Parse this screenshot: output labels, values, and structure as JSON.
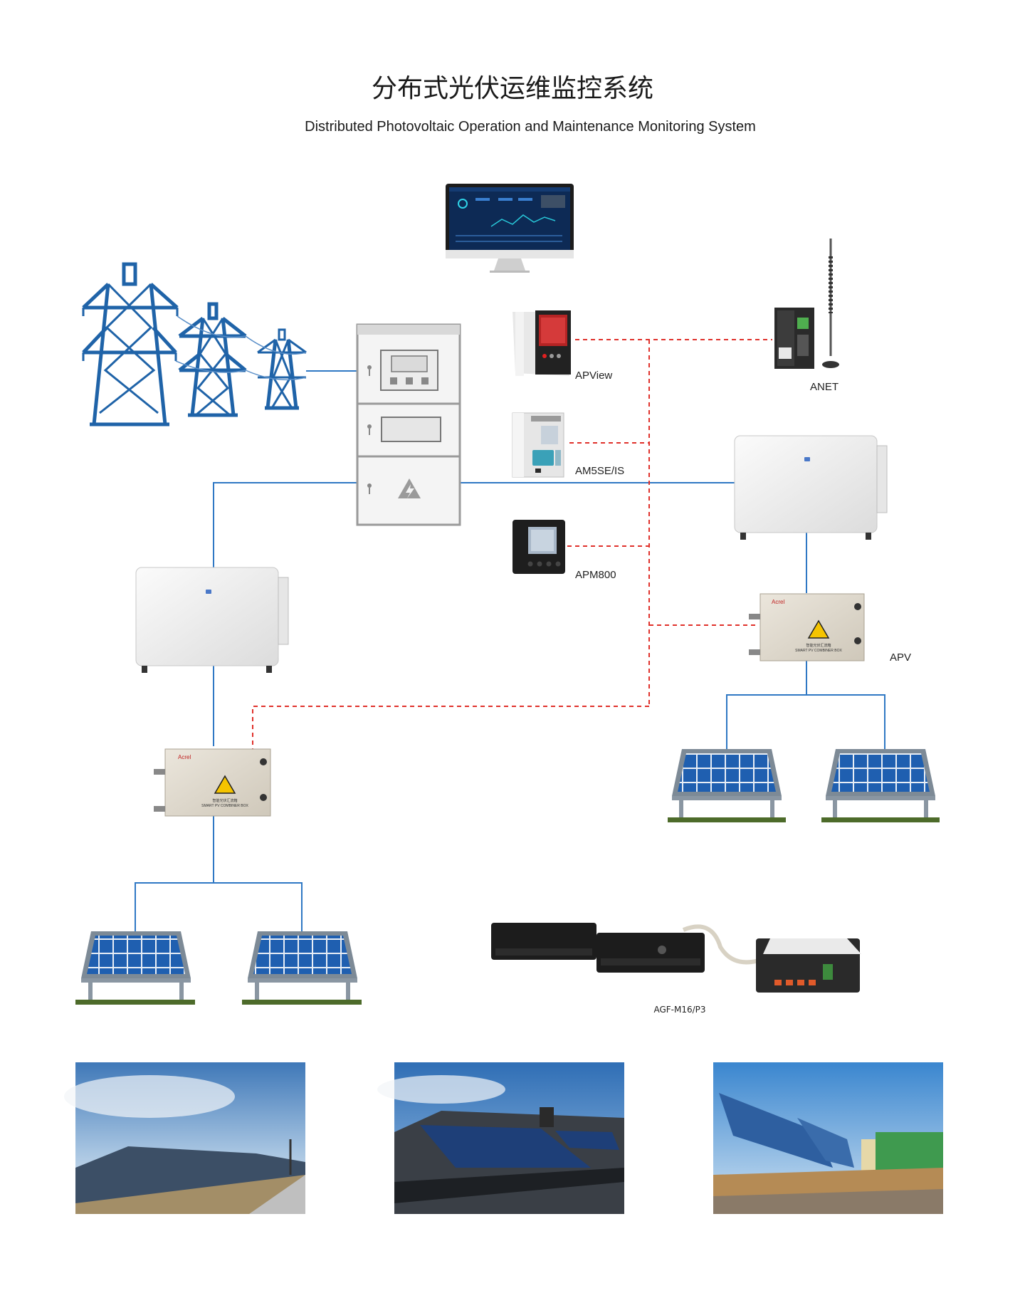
{
  "title": "分布式光伏运维监控系统",
  "subtitle": "Distributed Photovoltaic Operation and Maintenance Monitoring System",
  "devices": {
    "apview": "APView",
    "anet": "ANET",
    "am5se": "AM5SE/IS",
    "apm800": "APM800",
    "apv_right": "APV",
    "agf": "AGF-M16/P3"
  },
  "equipment_text": {
    "combiner_brand": "Acrel",
    "combiner_line1": "智能光伏汇流箱",
    "combiner_line2": "SMART PV COMBINER BOX"
  },
  "colors": {
    "power_line": "#2f78c4",
    "comm_line": "#e0312b",
    "tower": "#1f63a8",
    "panel": "#1f5fb0",
    "ground": "#4d6b2a"
  }
}
